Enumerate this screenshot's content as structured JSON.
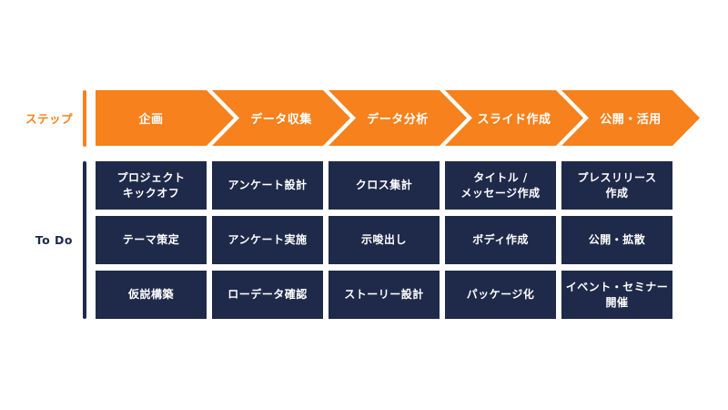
{
  "labels": {
    "steps": "ステップ",
    "todo": "To Do"
  },
  "steps": [
    "企画",
    "データ収集",
    "データ分析",
    "スライド作成",
    "公開・活用"
  ],
  "todo": {
    "columns": [
      {
        "items": [
          "プロジェクト\nキックオフ",
          "テーマ策定",
          "仮説構築"
        ]
      },
      {
        "items": [
          "アンケート設計",
          "アンケート実施",
          "ローデータ確認"
        ]
      },
      {
        "items": [
          "クロス集計",
          "示唆出し",
          "ストーリー設計"
        ]
      },
      {
        "items": [
          "タイトル /\nメッセージ作成",
          "ボディ作成",
          "パッケージ化"
        ]
      },
      {
        "items": [
          "プレスリリース\n作成",
          "公開・拡散",
          "イベント・セミナー\n開催"
        ]
      }
    ]
  },
  "colors": {
    "accent_orange": "#F7811C",
    "navy": "#1F2A4A",
    "text_on_dark": "#FFFFFF",
    "background": "#FFFFFF"
  }
}
